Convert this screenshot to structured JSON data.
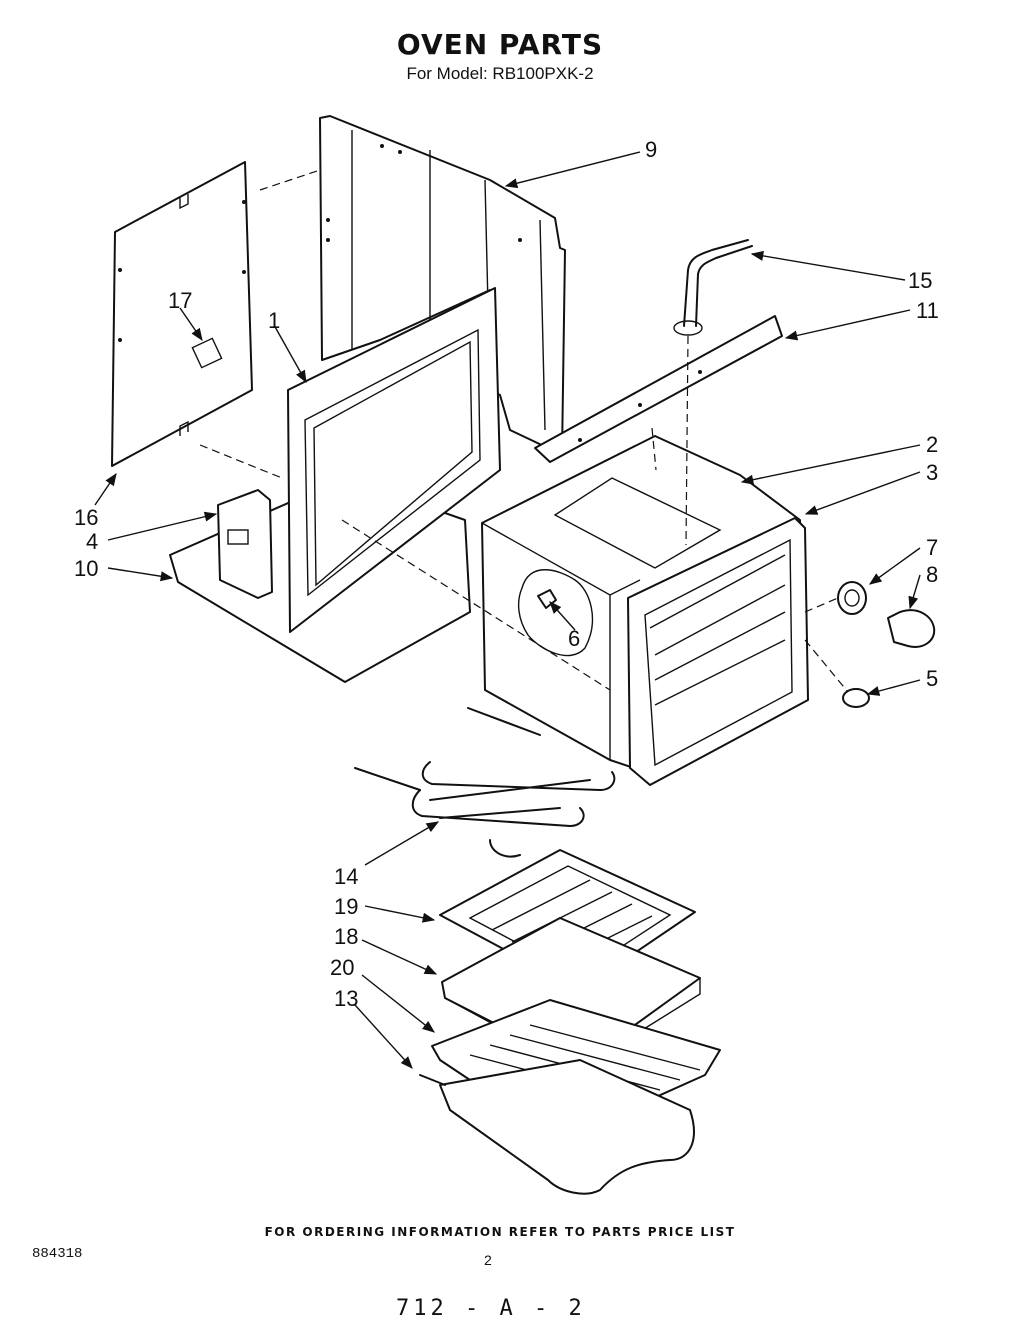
{
  "header": {
    "title": "OVEN PARTS",
    "subtitle": "For Model: RB100PXK-2"
  },
  "callouts": {
    "c1": "1",
    "c2": "2",
    "c3": "3",
    "c4": "4",
    "c5": "5",
    "c6": "6",
    "c7": "7",
    "c8": "8",
    "c9": "9",
    "c10": "10",
    "c11": "11",
    "c13": "13",
    "c14": "14",
    "c15": "15",
    "c16": "16",
    "c17": "17",
    "c18": "18",
    "c19": "19",
    "c20": "20"
  },
  "footer": {
    "ordering_note": "FOR ORDERING INFORMATION REFER TO PARTS PRICE LIST",
    "doc_number": "884318",
    "page_number": "2",
    "handwritten_note": "712 - A - 2"
  }
}
